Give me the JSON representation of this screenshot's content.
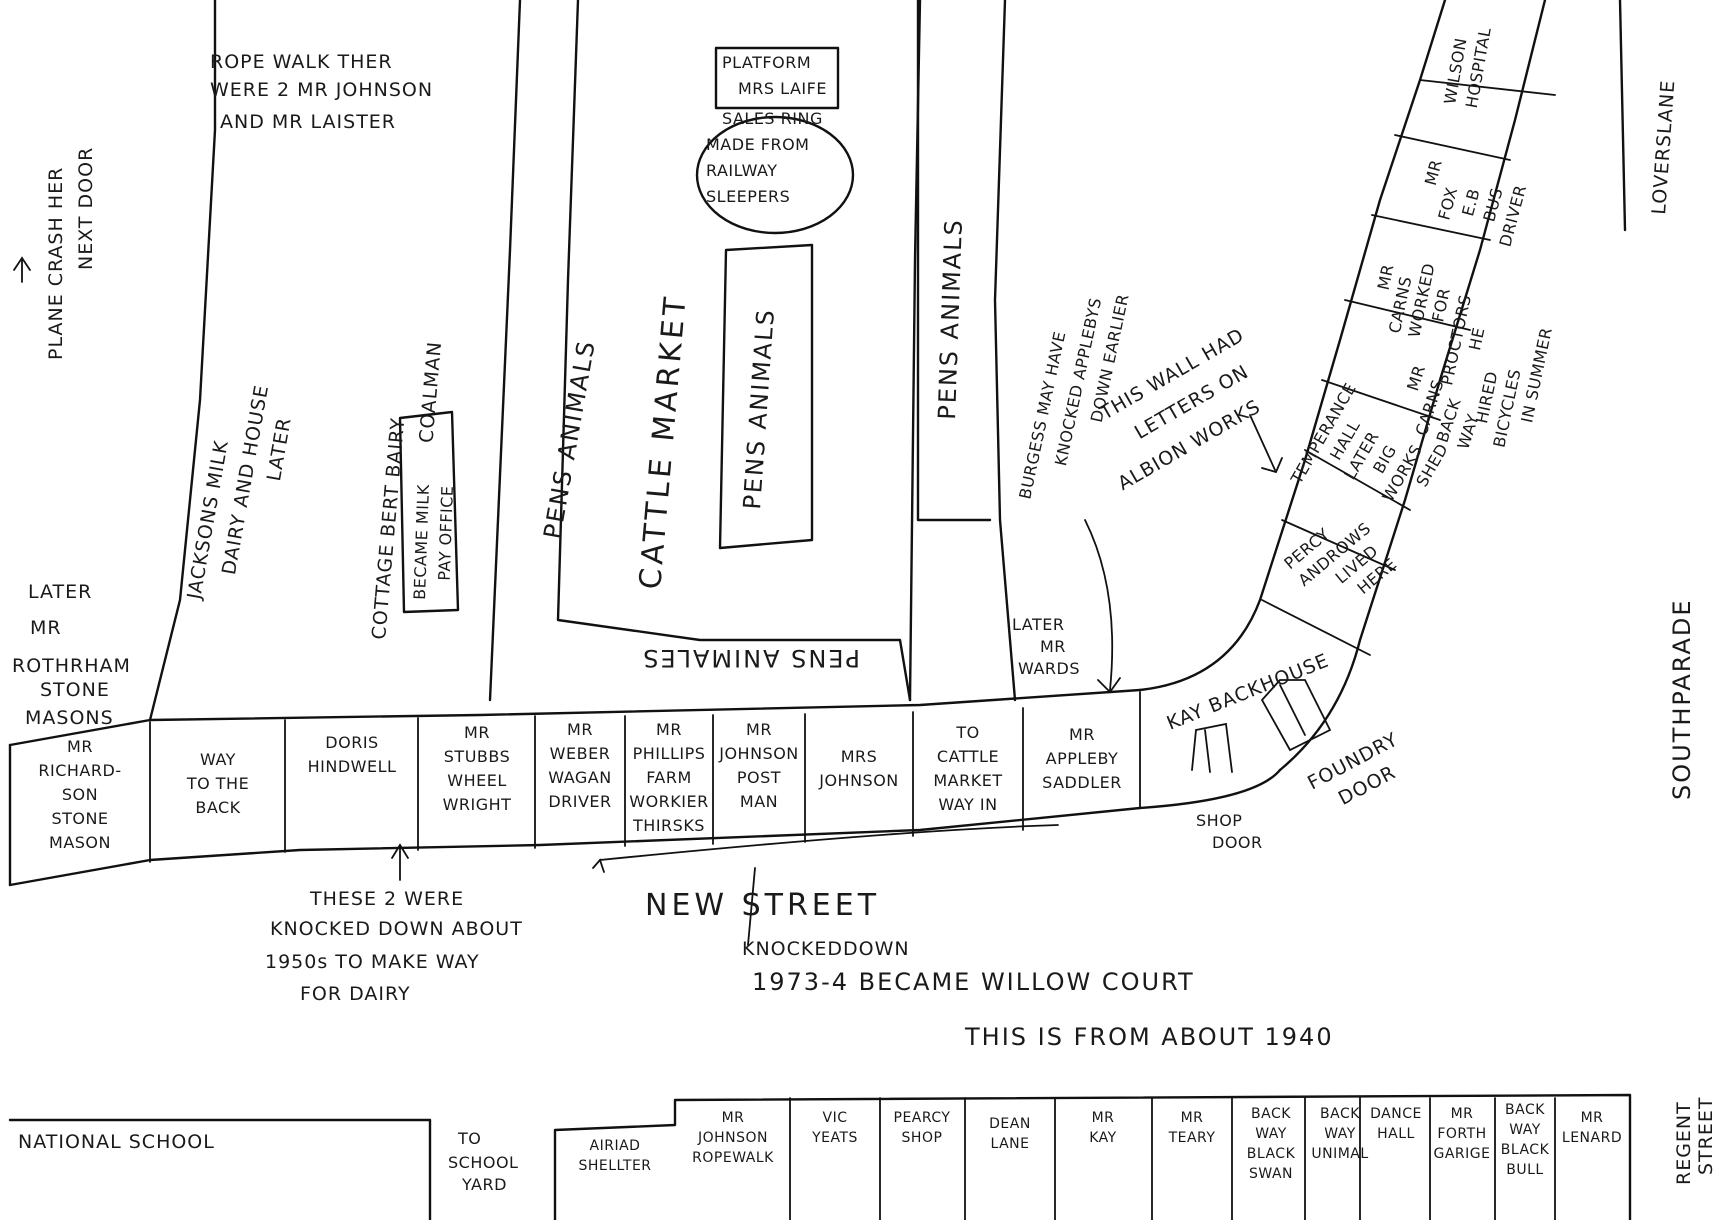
{
  "labels": {
    "rope_walk": [
      "ROPE WALK THER",
      "WERE 2 MR JOHNSON",
      "AND MR LAISTER"
    ],
    "plane_crash": [
      "PLANE CRASH HER",
      "NEXT DOOR"
    ],
    "platform": "PLATFORM",
    "mrs_laife": "MRS LAIFE",
    "sales_ring": [
      "SALES RING",
      "MADE FROM",
      "RAILWAY",
      "SLEEPERS"
    ],
    "pens_animals_a": "PENS ANIMALS",
    "pens_animals_b": "PENS ANIMALS",
    "pens_animals_c": "PENS ANIMALS",
    "pens_animals_bottom": "PENS ANIMALES",
    "cattle_market": "CATTLE MARKET",
    "jacksons_dairy": [
      "JACKSONS MILK",
      "DAIRY AND HOUSE",
      "LATER"
    ],
    "cottage": [
      "COTTAGE BERT BAIRY",
      "COALMAN"
    ],
    "became_milk": [
      "BECAME MILK",
      "PAY OFFICE"
    ],
    "burgess": [
      "BURGESS MAY HAVE",
      "KNOCKED APPLEBYS",
      "DOWN EARLIER"
    ],
    "wall_letters": [
      "THIS WALL HAD",
      "LETTERS ON",
      "ALBION WORKS"
    ],
    "wilson": [
      "WILSON",
      "HOSPITAL"
    ],
    "loverslane": "LOVERSLANE",
    "mr_fox": [
      "MR",
      "FOX",
      "E.B",
      "BUS",
      "DRIVER"
    ],
    "mr_carns_proctors": [
      "MR",
      "CARNS",
      "WORKED",
      "FOR",
      "PROCTORS",
      "HE",
      "HIRED",
      "BICYCLES",
      "IN SUMMER"
    ],
    "mr_carns_back": [
      "MR",
      "CARNS",
      "BACK",
      "WAY"
    ],
    "temperance": [
      "TEMPERANCE",
      "HALL",
      "LATER",
      "BIG",
      "WORKS",
      "SHED"
    ],
    "percy": [
      "PERCY",
      "ANDROWS",
      "LIVED",
      "HERE"
    ],
    "kay_backhouse": "KAY BACKHOUSE",
    "later_rothrham": [
      "LATER",
      "MR",
      "ROTHRHAM",
      "STONE",
      "MASONS"
    ],
    "later_wards": [
      "LATER",
      "MR",
      "WARDS"
    ],
    "foundry_door": [
      "FOUNDRY",
      "DOOR"
    ],
    "shop_door": [
      "SHOP",
      "DOOR"
    ],
    "south_parade": "SOUTHPARADE",
    "regent_street": [
      "REGENT",
      "STREET"
    ],
    "new_street": "NEW STREET",
    "these_2": [
      "THESE 2 WERE",
      "KNOCKED DOWN ABOUT",
      "1950s TO MAKE WAY",
      "FOR DAIRY"
    ],
    "knocked_down": [
      "KNOCKEDDOWN",
      "1973-4 BECAME WILLOW COURT"
    ],
    "this_is_from": "THIS IS FROM ABOUT 1940",
    "national_school": "NATIONAL SCHOOL",
    "to_school_yard": [
      "TO",
      "SCHOOL",
      "YARD"
    ]
  },
  "north_row": [
    {
      "lines": [
        "MR",
        "RICHARD-",
        "SON",
        "STONE",
        "MASON"
      ]
    },
    {
      "lines": [
        "WAY",
        "TO THE",
        "BACK"
      ]
    },
    {
      "lines": [
        "DORIS",
        "HINDWELL"
      ]
    },
    {
      "lines": [
        "MR",
        "STUBBS",
        "WHEEL",
        "WRIGHT"
      ]
    },
    {
      "lines": [
        "MR",
        "WEBER",
        "WAGAN",
        "DRIVER"
      ]
    },
    {
      "lines": [
        "MR",
        "PHILLIPS",
        "FARM",
        "WORKIER",
        "THIRSKS"
      ]
    },
    {
      "lines": [
        "MR",
        "JOHNSON",
        "POST",
        "MAN"
      ]
    },
    {
      "lines": [
        "MRS",
        "JOHNSON"
      ]
    },
    {
      "lines": [
        "TO",
        "CATTLE",
        "MARKET",
        "WAY IN"
      ]
    },
    {
      "lines": [
        "MR",
        "APPLEBY",
        "SADDLER"
      ]
    }
  ],
  "south_row": [
    {
      "lines": [
        "AIRIAD",
        "SHELLTER"
      ]
    },
    {
      "lines": [
        "MR",
        "JOHNSON",
        "ROPEWALK"
      ]
    },
    {
      "lines": [
        "VIC",
        "YEATS"
      ]
    },
    {
      "lines": [
        "PEARCY",
        "SHOP"
      ]
    },
    {
      "lines": [
        "DEAN",
        "LANE"
      ]
    },
    {
      "lines": [
        "MR",
        "KAY"
      ]
    },
    {
      "lines": [
        "MR",
        "TEARY"
      ]
    },
    {
      "lines": [
        "BACK",
        "WAY",
        "BLACK",
        "SWAN"
      ]
    },
    {
      "lines": [
        "BACK",
        "WAY",
        "UNIMAL"
      ]
    },
    {
      "lines": [
        "DANCE",
        "HALL"
      ]
    },
    {
      "lines": [
        "MR",
        "FORTH",
        "GARIGE"
      ]
    },
    {
      "lines": [
        "BACK",
        "WAY",
        "BLACK",
        "BULL"
      ]
    },
    {
      "lines": [
        "MR",
        "LENARD"
      ]
    }
  ],
  "colors": {
    "ink": "#1a1a1a",
    "paper": "#ffffff"
  }
}
